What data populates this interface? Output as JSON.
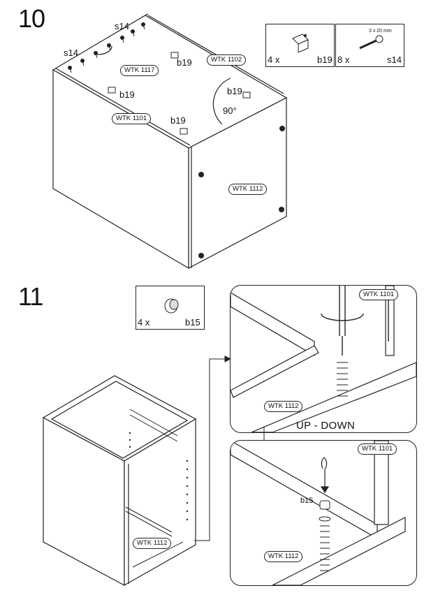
{
  "step10": {
    "number": "10",
    "callouts": {
      "s14_a": "s14",
      "s14_b": "s14",
      "b19_a": "b19",
      "b19_b": "b19",
      "b19_c": "b19",
      "b19_d": "b19",
      "angle": "90°"
    },
    "part_tags": {
      "p1117": "WTK 1117",
      "p1102": "WTK 1102",
      "p1101": "WTK 1101",
      "p1112": "WTK 1112"
    },
    "hardware": [
      {
        "qty": "4 x",
        "code": "b19",
        "icon": "angle-bracket-icon"
      },
      {
        "qty": "8 x",
        "code": "s14",
        "size": "3 x 20 mm",
        "icon": "screw-icon"
      }
    ]
  },
  "step11": {
    "number": "11",
    "hardware": {
      "qty": "4 x",
      "code": "b15",
      "icon": "cabinet-leg-cap-icon"
    },
    "cabinet_tag": "WTK 1112",
    "detail_top": {
      "tag_a": "WTK 1101",
      "tag_b": "WTK 1112",
      "caption": "UP - DOWN"
    },
    "detail_bottom": {
      "tag_a": "WTK 1101",
      "tag_b": "WTK 1112",
      "part": "b15"
    }
  }
}
